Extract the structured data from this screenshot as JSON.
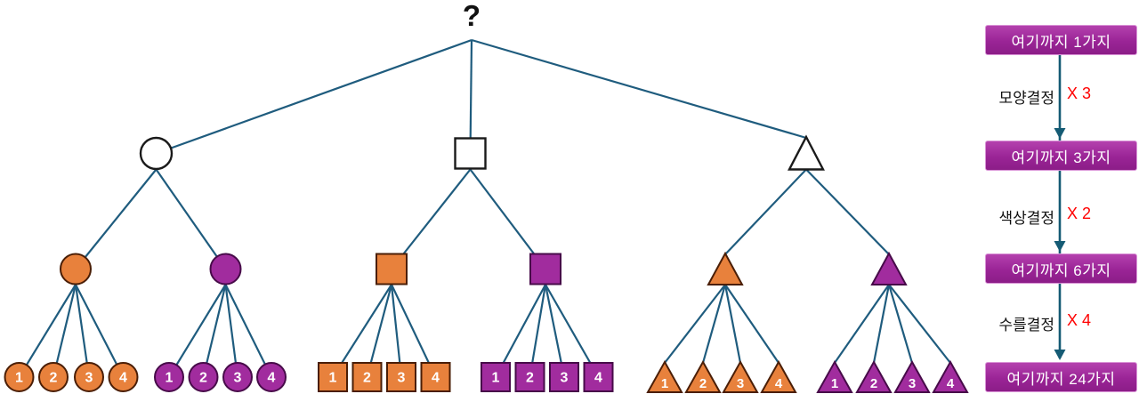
{
  "diagram": {
    "root_label": "?",
    "shapes": [
      "circle",
      "square",
      "triangle"
    ],
    "colors": [
      {
        "name": "orange",
        "fill": "#e8813c",
        "border": "#4a1e06"
      },
      {
        "name": "purple",
        "fill": "#a12c9e",
        "border": "#470b49"
      }
    ],
    "numbers": [
      "1",
      "2",
      "3",
      "4"
    ],
    "edge_color": "#1f5c7e",
    "blank_shape_fill": "#ffffff",
    "blank_shape_border": "#1a1a1a",
    "number_text_color": "#ffffff"
  },
  "sidebar": {
    "arrow_color": "#155b74",
    "box_text_color": "#ffffff",
    "multiplier_color": "#ff0000",
    "boxes": [
      "여기까지 1가지",
      "여기까지 3가지",
      "여기까지 6가지",
      "여기까지 24가지"
    ],
    "steps": [
      {
        "label": "모양결정",
        "multiplier": "X 3"
      },
      {
        "label": "색상결정",
        "multiplier": "X 2"
      },
      {
        "label": "수를결정",
        "multiplier": "X 4"
      }
    ]
  }
}
